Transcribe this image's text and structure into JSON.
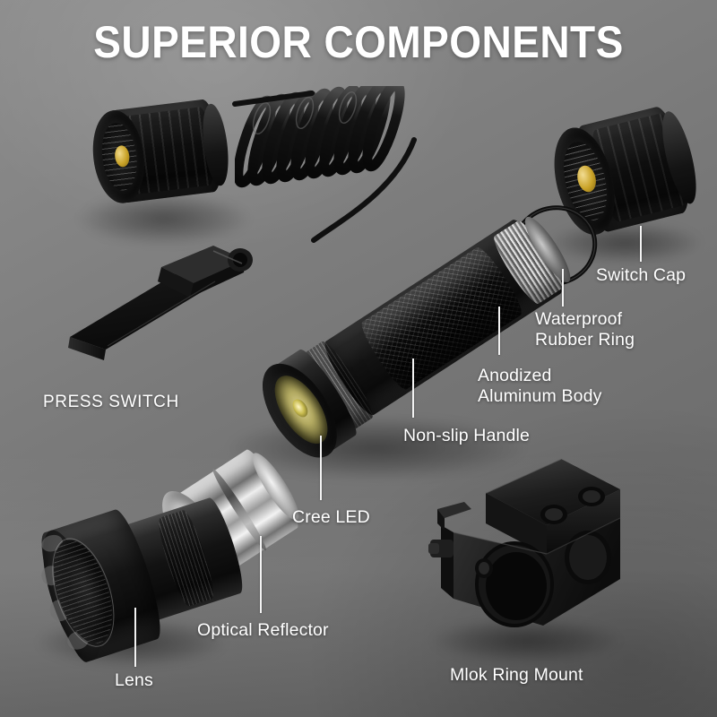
{
  "header": {
    "title": "SUPERIOR COMPONENTS"
  },
  "colors": {
    "background_top_left": "#8d8d8d",
    "background_bottom_right": "#676767",
    "text": "#ffffff",
    "leader_line": "#f2f2f2",
    "body_black": "#1b1b1b",
    "thread_silver": "#d8d8d8",
    "led_emitter": "#c9bf63",
    "contact_brass": "#c9a227"
  },
  "labels": [
    {
      "id": "press-switch",
      "text": "PRESS SWITCH",
      "style": "uppercase"
    },
    {
      "id": "switch-cap",
      "text": "Switch Cap",
      "style": "titlecase"
    },
    {
      "id": "waterproof-ring",
      "text": "Waterproof\nRubber Ring",
      "style": "titlecase"
    },
    {
      "id": "anodized-body",
      "text": "Anodized\nAluminum Body",
      "style": "titlecase"
    },
    {
      "id": "non-slip-handle",
      "text": "Non-slip Handle",
      "style": "titlecase"
    },
    {
      "id": "cree-led",
      "text": "Cree LED",
      "style": "titlecase"
    },
    {
      "id": "optical-reflector",
      "text": "Optical Reflector",
      "style": "titlecase"
    },
    {
      "id": "lens",
      "text": "Lens",
      "style": "titlecase"
    },
    {
      "id": "mlok-ring-mount",
      "text": "Mlok Ring Mount",
      "style": "titlecase"
    }
  ],
  "parts": [
    {
      "id": "press-switch-assembly",
      "name": "Press switch with coiled cable and tail cap"
    },
    {
      "id": "switch-cap",
      "name": "Tail switch cap"
    },
    {
      "id": "rubber-ring",
      "name": "Waterproof rubber O-ring"
    },
    {
      "id": "flashlight-body",
      "name": "Anodized aluminum body with knurled non-slip handle"
    },
    {
      "id": "cree-led",
      "name": "Cree LED emitter"
    },
    {
      "id": "optical-reflector",
      "name": "Polished optical reflector cone"
    },
    {
      "id": "lens-head",
      "name": "Crenellated lens bezel head"
    },
    {
      "id": "mlok-ring-mount",
      "name": "M-lok ring mount clamp"
    }
  ]
}
